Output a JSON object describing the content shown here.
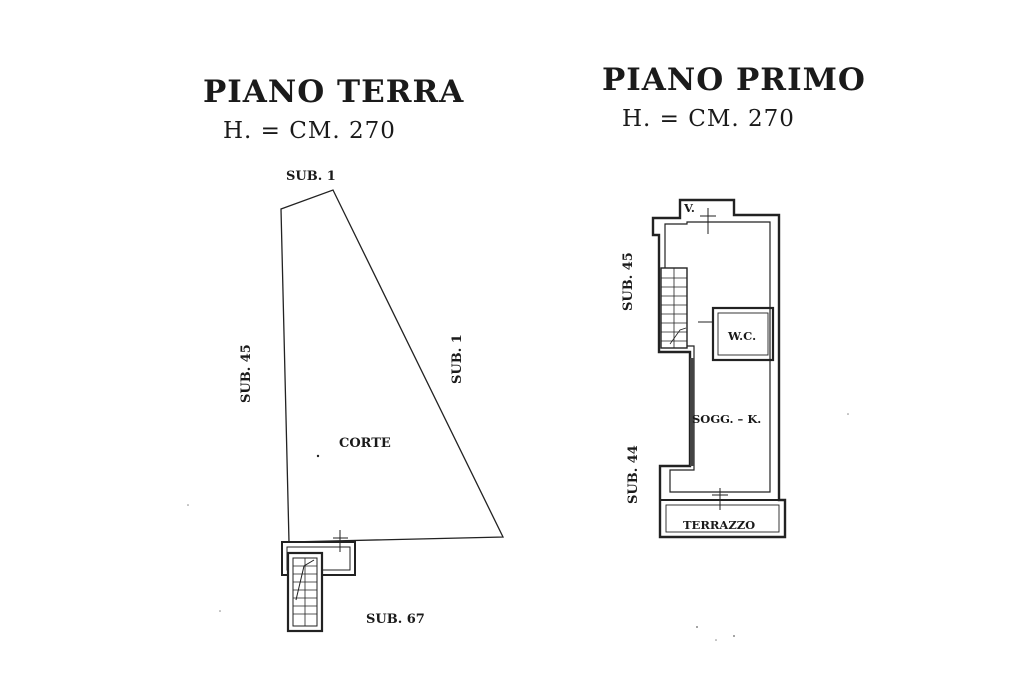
{
  "ground_floor": {
    "title": "PIANO TERRA",
    "height": "H. = CM. 270",
    "labels": {
      "sub_top": "SUB. 1",
      "sub_left": "SUB. 45",
      "sub_right": "SUB. 1",
      "courtyard": "CORTE",
      "sub_bottom": "SUB. 67"
    }
  },
  "first_floor": {
    "title": "PIANO PRIMO",
    "height": "H. = CM. 270",
    "labels": {
      "sub_left_upper": "SUB. 45",
      "sub_left_lower": "SUB. 44",
      "window": "V.",
      "bathroom": "W.C.",
      "living": "SOGG. – K.",
      "terrace": "TERRAZZO"
    }
  }
}
